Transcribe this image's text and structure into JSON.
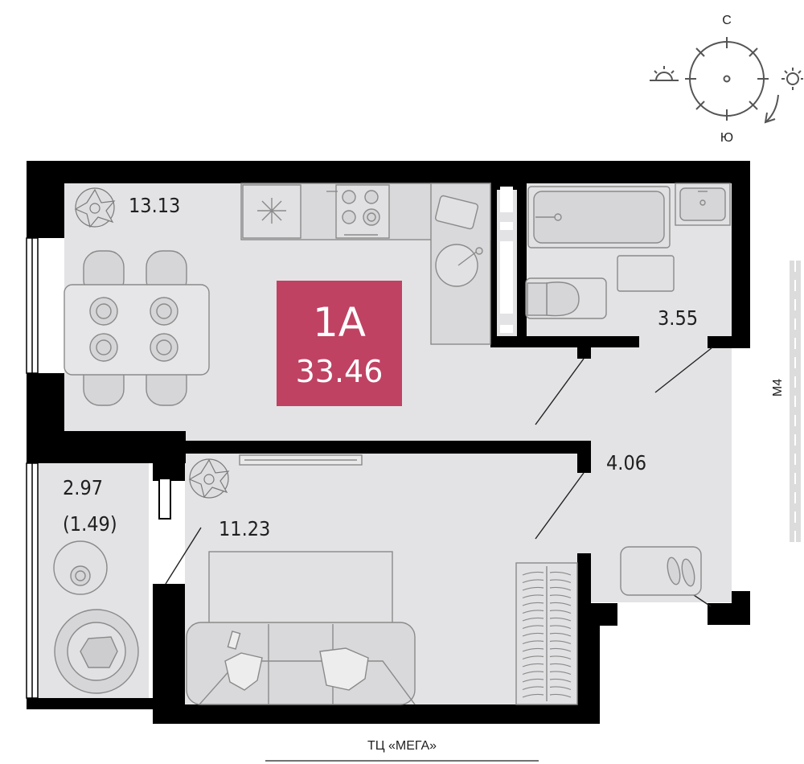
{
  "apartment": {
    "code": "1А",
    "total_area": "33.46",
    "badge_color": "#bf4263"
  },
  "rooms": {
    "kitchen_living": "13.13",
    "bathroom": "3.55",
    "hallway": "4.06",
    "bedroom": "11.23",
    "balcony": "2.97",
    "balcony_reduced": "(1.49)"
  },
  "compass": {
    "north": "С",
    "south": "Ю"
  },
  "surroundings": {
    "road": "М4",
    "mall": "ТЦ «МЕГА»"
  },
  "colors": {
    "wall": "#000000",
    "floor": "#e3e3e5",
    "furniture_stroke": "#8a8a8a",
    "furniture_fill": "#d6d6d8"
  }
}
